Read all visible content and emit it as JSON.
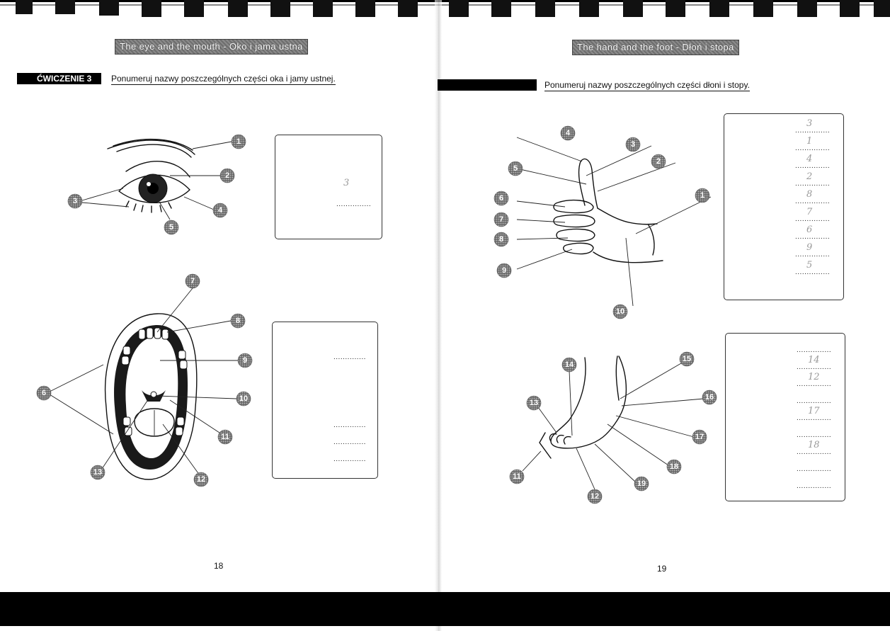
{
  "left_page": {
    "title": "The eye and the mouth - Oko i jama ustna",
    "exercise_label": "ĆWICZENIE 3",
    "instruction": "Ponumeruj nazwy poszczególnych części oka i jamy ustnej.",
    "eye_markers": [
      "1",
      "2",
      "3",
      "4",
      "5"
    ],
    "mouth_markers": [
      "6",
      "7",
      "8",
      "9",
      "10",
      "11",
      "12",
      "13"
    ],
    "box1_lines": [
      "..............."
    ],
    "box1_faint": [
      "3"
    ],
    "box2_lines": [
      "..............",
      "..............",
      "..............",
      ".............."
    ],
    "page_number": "18"
  },
  "right_page": {
    "title": "The hand and the foot - Dłoń i stopa",
    "instruction": "Ponumeruj nazwy poszczególnych części dłoni i stopy.",
    "hand_markers": [
      "1",
      "2",
      "3",
      "4",
      "5",
      "6",
      "7",
      "8",
      "9",
      "10"
    ],
    "foot_markers": [
      "11",
      "12",
      "13",
      "14",
      "15",
      "16",
      "17",
      "18",
      "19"
    ],
    "hand_box_entries": [
      "3",
      "1",
      "4",
      "2",
      "8",
      "7",
      "6",
      "9",
      "5"
    ],
    "foot_box_entries": [
      "",
      "14",
      "12",
      "",
      "17",
      "",
      "18",
      "",
      ""
    ],
    "dot_line": "...............",
    "page_number": "19"
  }
}
